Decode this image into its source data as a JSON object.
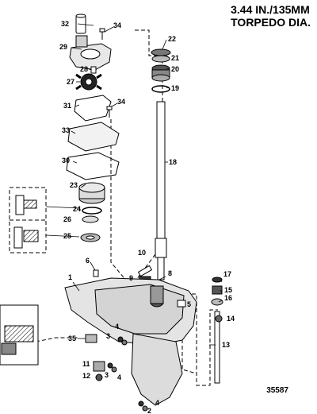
{
  "title": {
    "line1": "3.44 IN./135MM",
    "line2": "TORPEDO DIA."
  },
  "figure_id": "35587",
  "callouts": {
    "c1": "1",
    "c2": "2",
    "c3a": "3",
    "c3b": "3",
    "c4a": "4",
    "c4b": "4",
    "c4c": "4",
    "c5": "5",
    "c6": "6",
    "c8": "8",
    "c9": "9",
    "c10": "10",
    "c11": "11",
    "c12": "12",
    "c13": "13",
    "c14": "14",
    "c15": "15",
    "c16": "16",
    "c17": "17",
    "c18": "18",
    "c19": "19",
    "c20": "20",
    "c21": "21",
    "c22": "22",
    "c23": "23",
    "c24": "24",
    "c25": "25",
    "c26": "26",
    "c27": "27",
    "c28": "28",
    "c29": "29",
    "c30": "30",
    "c31": "31",
    "c32": "32",
    "c33": "33",
    "c34a": "34",
    "c34b": "34",
    "c35": "35"
  }
}
